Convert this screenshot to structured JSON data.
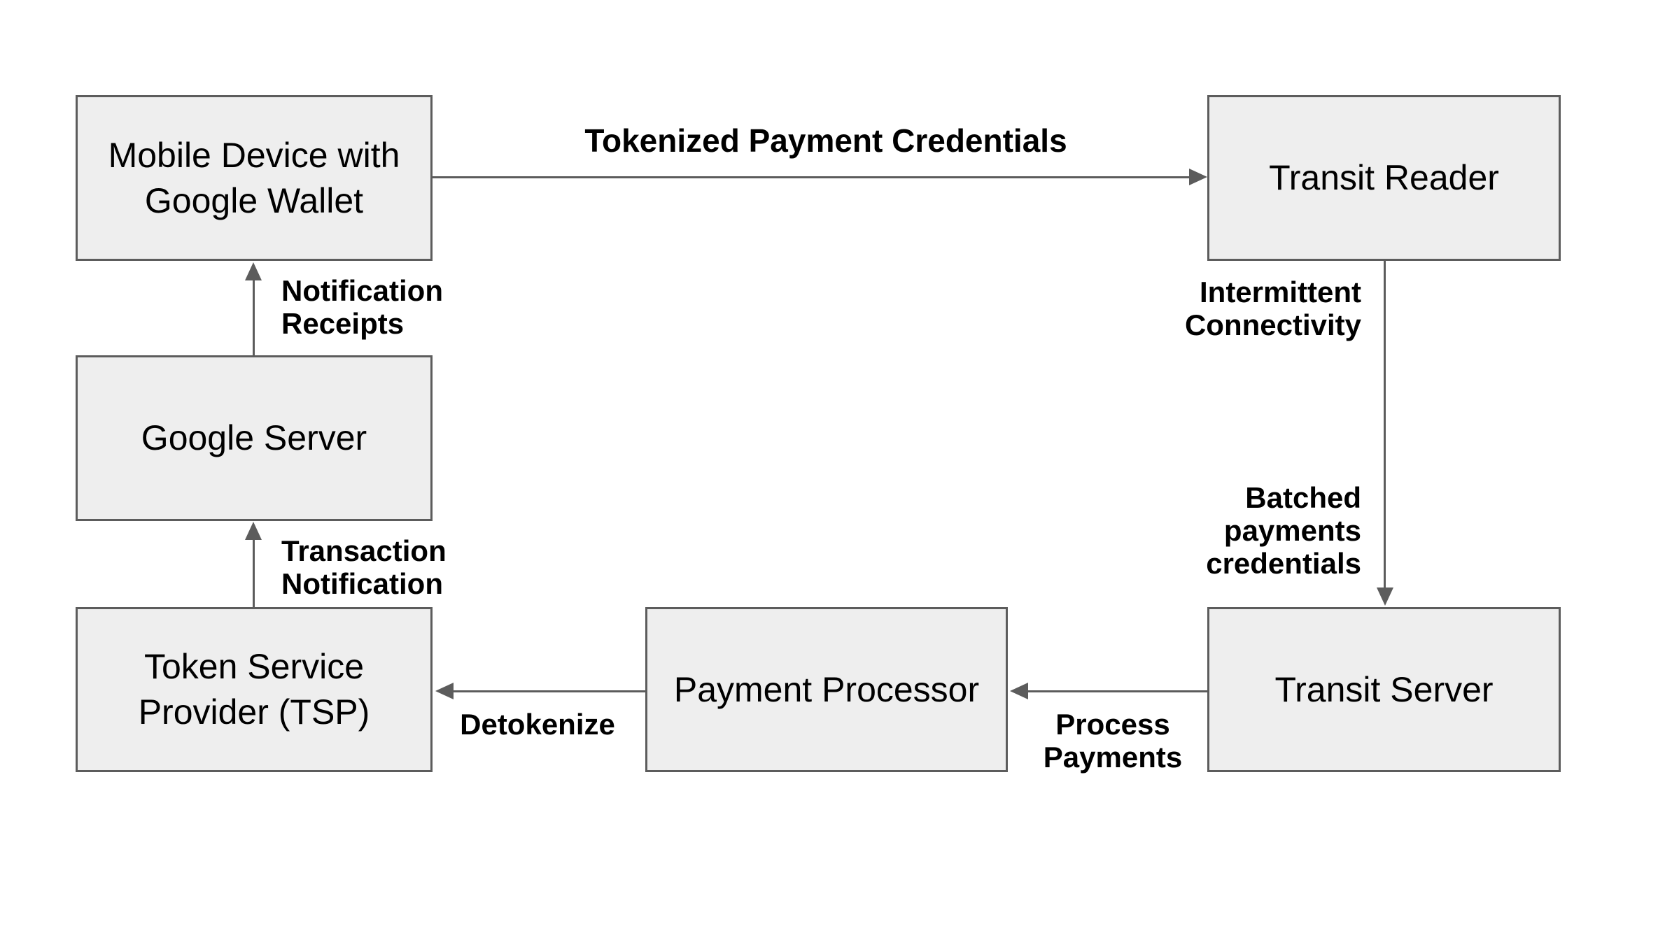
{
  "colors": {
    "background": "#ffffff",
    "node_fill": "#eeeeee",
    "node_border": "#5c5c5c",
    "arrow": "#5c5c5c",
    "text": "#000000"
  },
  "diagram": {
    "type": "flowchart",
    "nodes": {
      "mobile": {
        "label": "Mobile Device with\nGoogle Wallet"
      },
      "transit_reader": {
        "label": "Transit Reader"
      },
      "google_server": {
        "label": "Google Server"
      },
      "tsp": {
        "label": "Token Service\nProvider (TSP)"
      },
      "payment_processor": {
        "label": "Payment Processor"
      },
      "transit_server": {
        "label": "Transit Server"
      }
    },
    "edges": {
      "tokenized": {
        "label": "Tokenized Payment Credentials",
        "from": "mobile",
        "to": "transit_reader",
        "direction": "right"
      },
      "intermittent": {
        "label": "Intermittent\nConnectivity",
        "from": "transit_reader",
        "to": "transit_server",
        "direction": "down"
      },
      "batched": {
        "label": "Batched\npayments\ncredentials",
        "from": "transit_reader",
        "to": "transit_server",
        "direction": "down"
      },
      "process_payments": {
        "label": "Process\nPayments",
        "from": "transit_server",
        "to": "payment_processor",
        "direction": "left"
      },
      "detokenize": {
        "label": "Detokenize",
        "from": "payment_processor",
        "to": "tsp",
        "direction": "left"
      },
      "transaction_notification": {
        "label": "Transaction\nNotification",
        "from": "tsp",
        "to": "google_server",
        "direction": "up"
      },
      "notification_receipts": {
        "label": "Notification\nReceipts",
        "from": "google_server",
        "to": "mobile",
        "direction": "up"
      }
    }
  }
}
